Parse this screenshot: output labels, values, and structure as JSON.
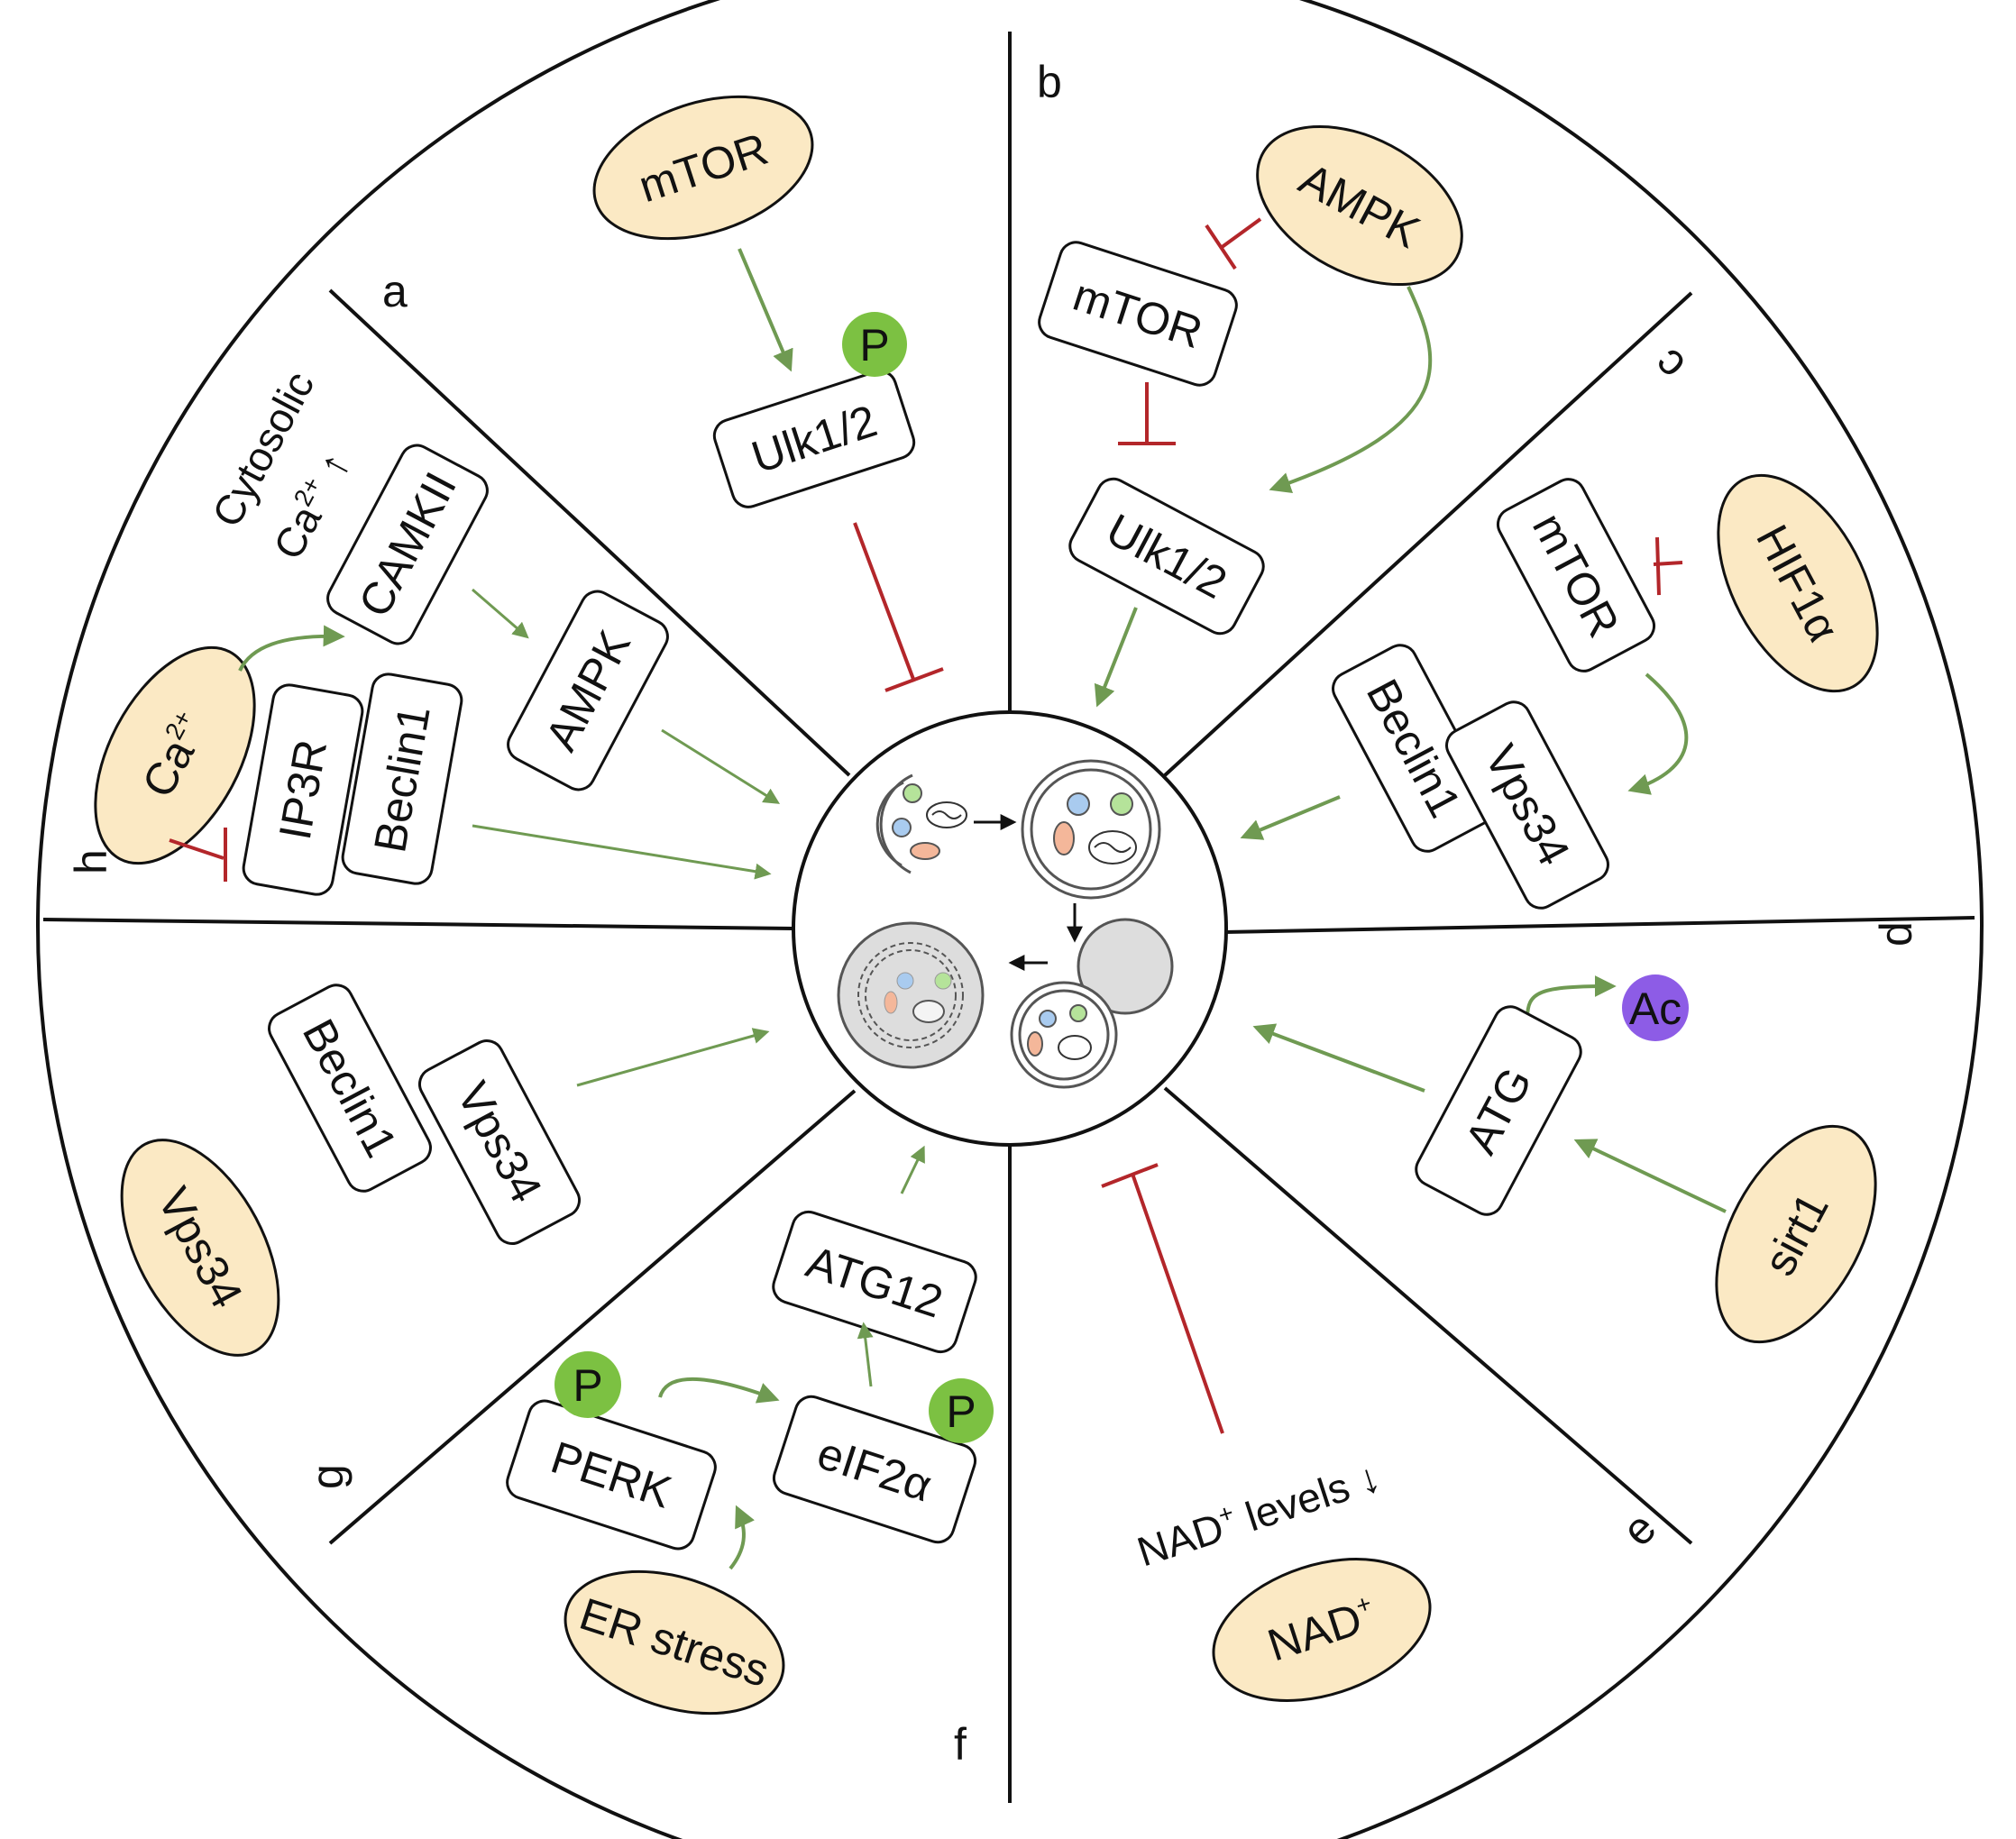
{
  "colors": {
    "oval_fill": "#fbe9c4",
    "activation": "#6f9a52",
    "inhibition": "#b3262a",
    "phospho": "#7cc142",
    "acetyl": "#8d5ce6",
    "line": "#111111",
    "lysosome": "#dddddd"
  },
  "sectors": {
    "a": {
      "letter": "a",
      "ovals": [
        {
          "id": "mtor",
          "label": "mTOR"
        }
      ],
      "boxes": [
        {
          "id": "ulk",
          "label": "Ulk1/2"
        }
      ],
      "badges": [
        {
          "id": "p",
          "label": "P"
        }
      ]
    },
    "b": {
      "letter": "b",
      "ovals": [
        {
          "id": "ampk",
          "label": "AMPK"
        }
      ],
      "boxes": [
        {
          "id": "mtor",
          "label": "mTOR"
        },
        {
          "id": "ulk",
          "label": "Ulk1/2"
        }
      ]
    },
    "c": {
      "letter": "c",
      "ovals": [
        {
          "id": "hif",
          "label": "HIF1α"
        }
      ],
      "boxes": [
        {
          "id": "mtor",
          "label": "mTOR"
        },
        {
          "id": "beclin",
          "label": "Beclin1"
        },
        {
          "id": "vps",
          "label": "Vps34"
        }
      ]
    },
    "d": {
      "letter": "d",
      "ovals": [
        {
          "id": "sirt",
          "label": "sirt1"
        }
      ],
      "boxes": [
        {
          "id": "atg",
          "label": "ATG"
        }
      ],
      "badges": [
        {
          "id": "ac",
          "label": "Ac"
        }
      ]
    },
    "e": {
      "letter": "e",
      "ovals": [
        {
          "id": "nad",
          "label": "NAD",
          "sup": "+"
        }
      ],
      "note": {
        "pre": "NAD",
        "sup": "+",
        "post": " levels ↓"
      }
    },
    "f": {
      "letter": "f",
      "ovals": [
        {
          "id": "er",
          "label": "ER stress"
        }
      ],
      "boxes": [
        {
          "id": "perk",
          "label": "PERK"
        },
        {
          "id": "eif",
          "label": "eIF2α"
        },
        {
          "id": "atg12",
          "label": "ATG12"
        }
      ],
      "badges": [
        {
          "id": "p1",
          "label": "P"
        },
        {
          "id": "p2",
          "label": "P"
        }
      ]
    },
    "g": {
      "letter": "g",
      "ovals": [
        {
          "id": "vps",
          "label": "Vps34"
        }
      ],
      "boxes": [
        {
          "id": "beclin",
          "label": "Beclin1"
        },
        {
          "id": "vps",
          "label": "Vps34"
        }
      ]
    },
    "h": {
      "letter": "h",
      "ovals": [
        {
          "id": "ca",
          "label": "Ca",
          "sup": "2+"
        }
      ],
      "boxes": [
        {
          "id": "camkii",
          "label": "CAMKII"
        },
        {
          "id": "ampk",
          "label": "AMPK"
        },
        {
          "id": "ip3r",
          "label": "IP3R"
        },
        {
          "id": "beclin",
          "label": "Beclin1"
        }
      ],
      "note": {
        "line1": "Cytosolic",
        "pre": "Ca",
        "sup": "2+",
        "post": " ↑"
      }
    }
  }
}
